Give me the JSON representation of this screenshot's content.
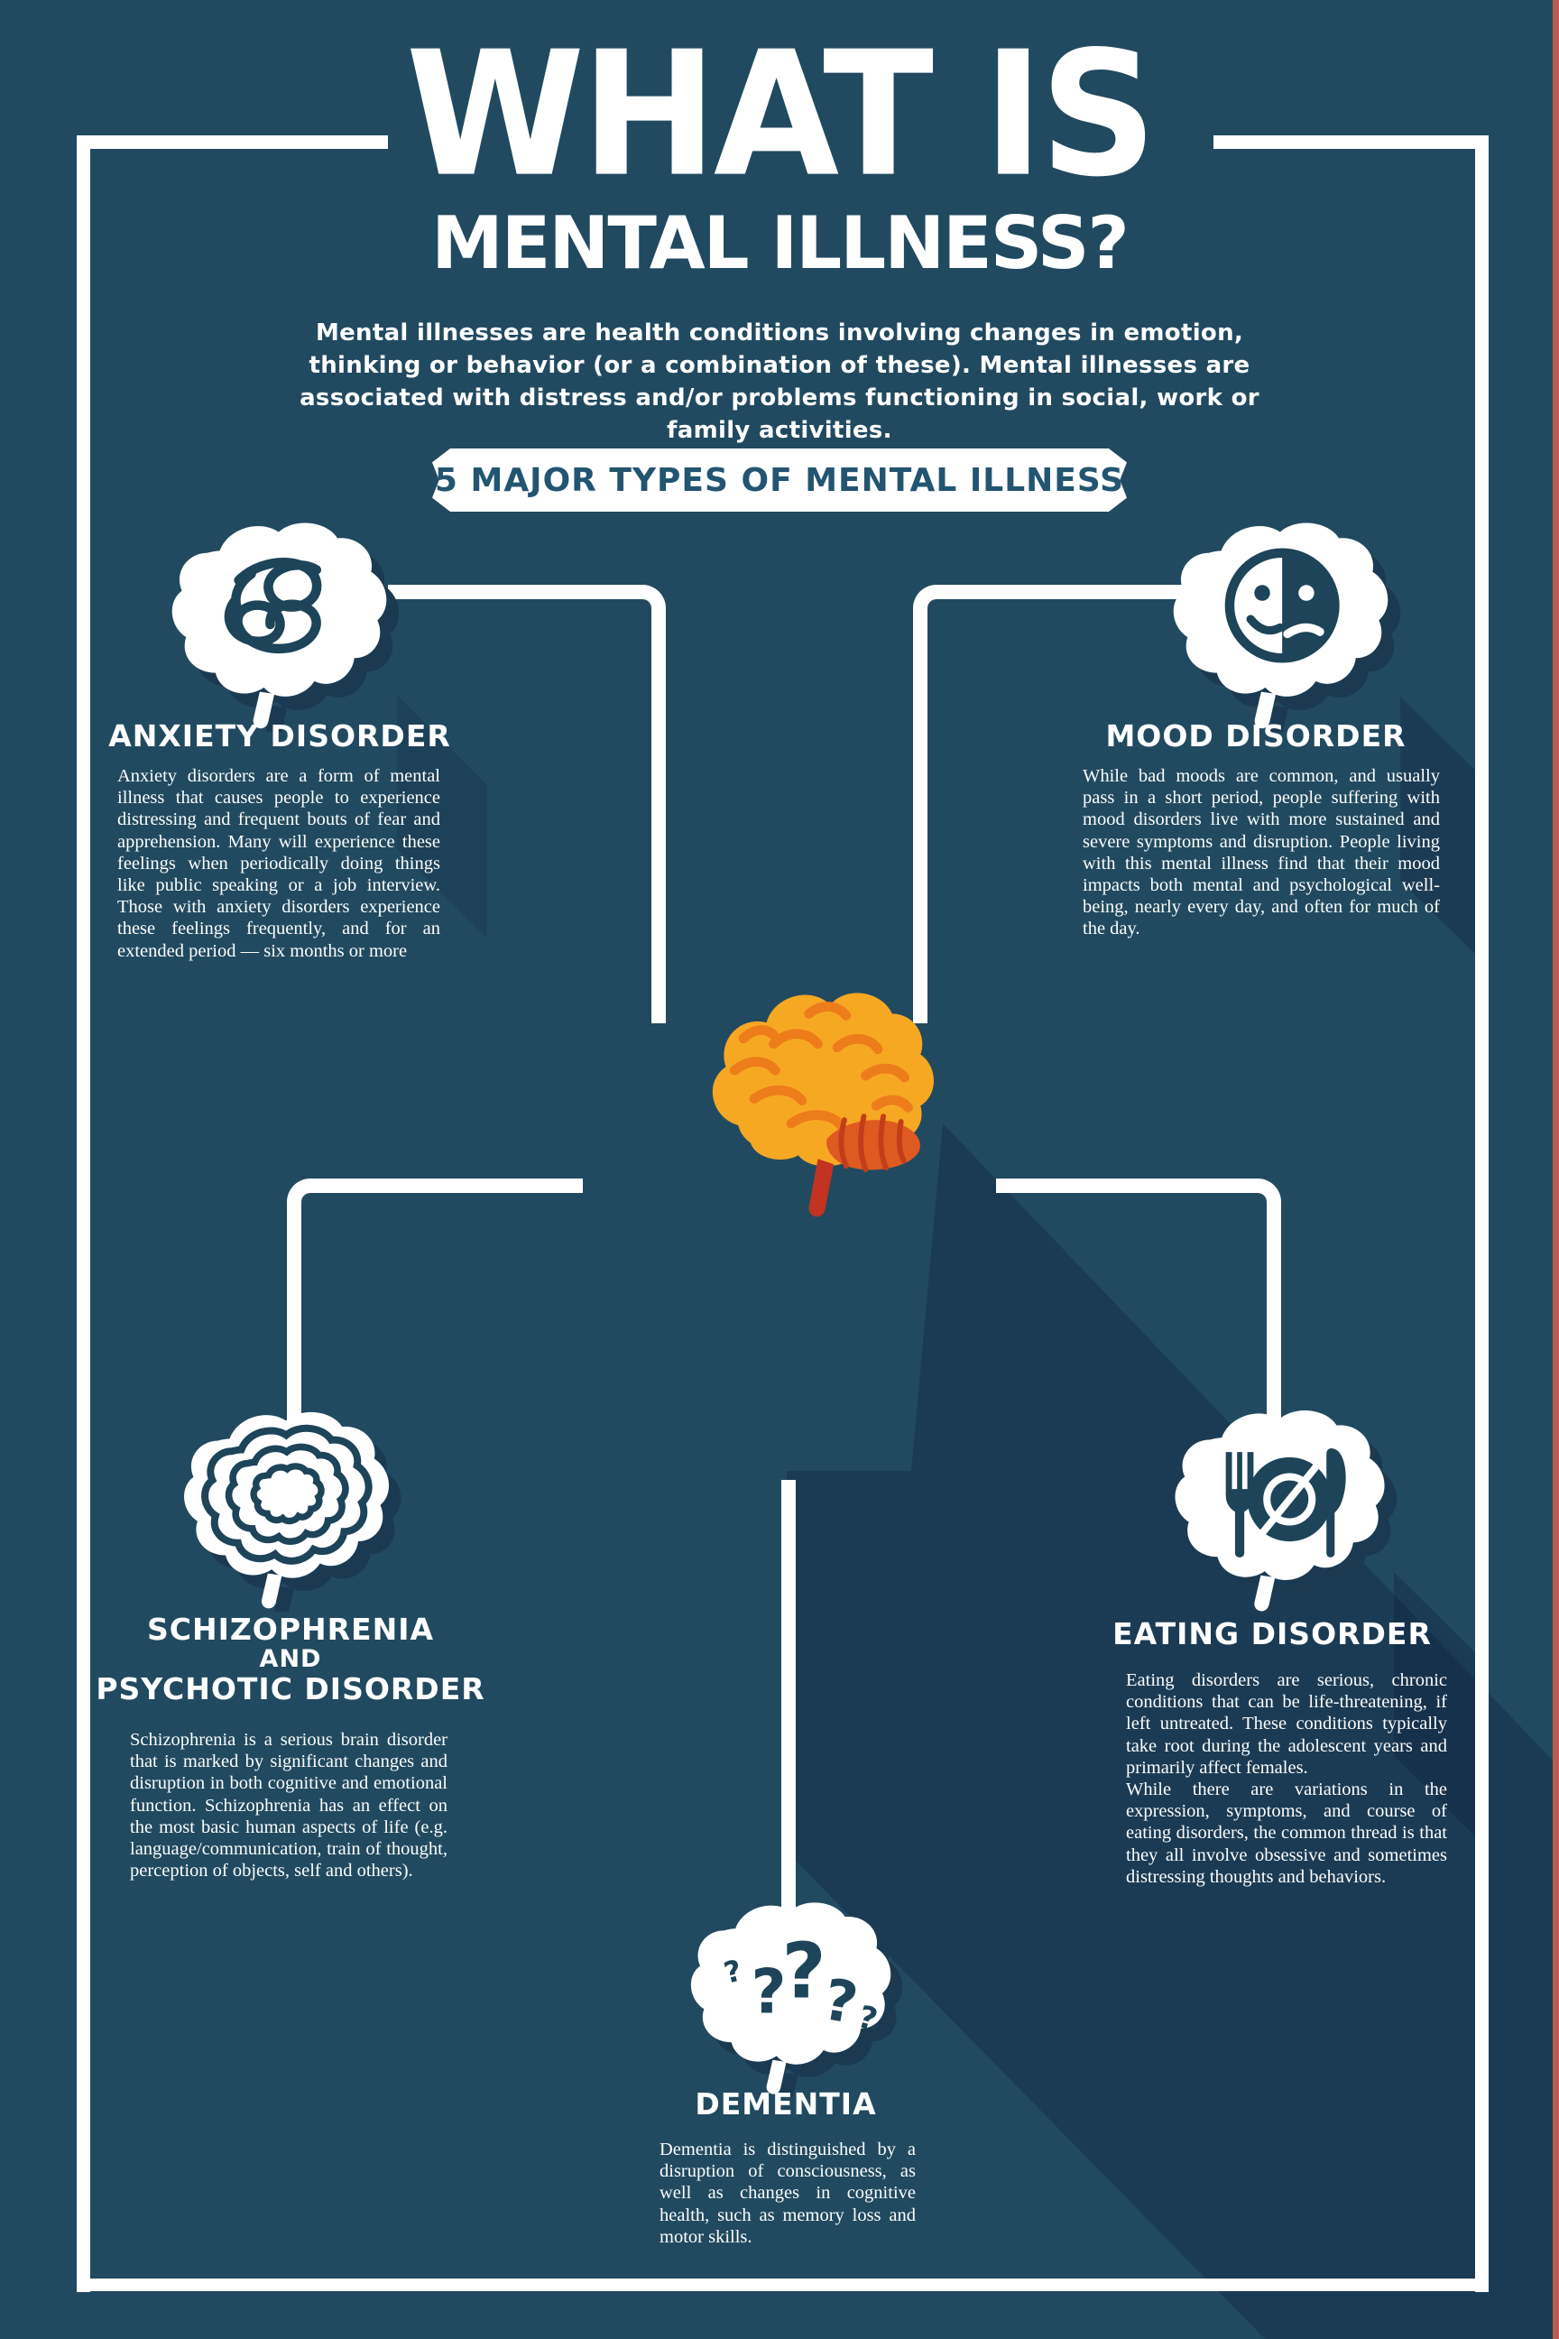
{
  "poster": {
    "title_line1": "WHAT IS",
    "title_line2": "MENTAL ILLNESS?",
    "intro": "Mental illnesses are health conditions involving changes in emotion, thinking or behavior (or a combination of these). Mental illnesses are associated with distress and/or problems functioning in social, work or family activities.",
    "banner_label": "5 MAJOR TYPES OF MENTAL ILLNESS"
  },
  "sections": {
    "anxiety": {
      "title": "ANXIETY DISORDER",
      "body": "Anxiety disorders are a form of mental illness that causes people to experience distressing and frequent bouts of fear and apprehension. Many will experience these feelings when periodically doing things like public speaking or a job interview. Those with anxiety disorders experience these feelings frequently, and for an extended period — six months or more"
    },
    "mood": {
      "title": "MOOD DISORDER",
      "body": "While bad moods are common, and usually pass in a short period, people suffering with mood disorders live with more sustained and severe symptoms and disruption. People living with this mental illness find that their mood impacts both mental and psychological well-being, nearly every day, and often for much of the day."
    },
    "schizophrenia": {
      "title_line1": "SCHIZOPHRENIA",
      "title_line2": "AND",
      "title_line3": "PSYCHOTIC DISORDER",
      "body": "Schizophrenia is a serious brain disorder that is marked by significant changes and disruption in both cognitive and emotional function. Schizophrenia has an effect on the most basic human aspects of life (e.g. language/communication, train of thought, perception of objects, self and others)."
    },
    "eating": {
      "title": "EATING DISORDER",
      "body_1": "Eating disorders are serious, chronic conditions that can be life-threatening, if left untreated. These conditions typically take root during the adolescent years and primarily affect females.",
      "body_2": "While there are variations in the expression, symptoms, and course of eating disorders, the common thread is that they all involve obsessive and sometimes distressing thoughts and behaviors."
    },
    "dementia": {
      "title": "DEMENTIA",
      "body": "Dementia is distinguished by a disruption of consciousness, as well as changes in cognitive health, such as memory loss and motor skills.",
      "icon_glyph": "?"
    }
  },
  "icons": {
    "anxiety": "tangled-scribble-brain-icon",
    "mood": "half-happy-sad-face-brain-icon",
    "schizophrenia": "concentric-layers-brain-icon",
    "eating": "no-food-plate-fork-knife-brain-icon",
    "dementia": "question-marks-brain-icon",
    "center": "human-head-profile-with-brain-illustration"
  },
  "colors": {
    "background": "#214a60",
    "flat_shadow": "#1b3a52",
    "frame": "#ffffff",
    "accent_edge": "#bc5c4e",
    "banner_bg": "#ffffff",
    "banner_text": "#235571",
    "icon_ink": "#1d4459",
    "brain_orange": "#F7A823",
    "brain_gyri": "#ED7D1B",
    "cerebellum": "#DF5A20",
    "brain_stem": "#C23322",
    "text": "#ffffff"
  }
}
